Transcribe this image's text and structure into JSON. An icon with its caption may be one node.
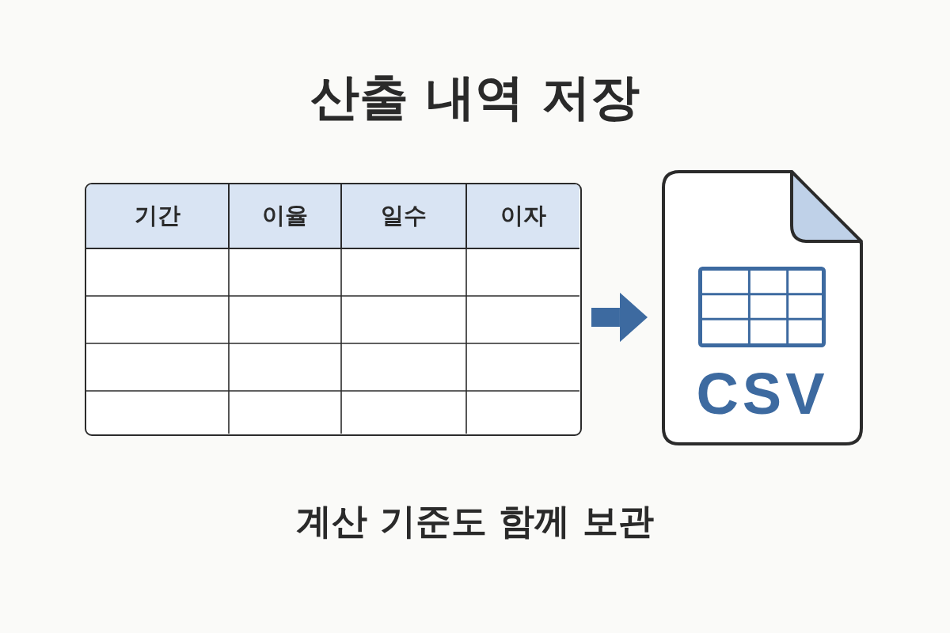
{
  "diagram": {
    "title": "산출 내역 저장",
    "caption": "계산 기준도 함께 보관",
    "nodes": [
      {
        "text": [
          "기간",
          "이율",
          "일수",
          "이자"
        ]
      },
      {
        "text": [
          "CSV"
        ]
      }
    ],
    "edges": [
      {
        "from": 0,
        "to": 1,
        "arrow": "to"
      }
    ]
  }
}
